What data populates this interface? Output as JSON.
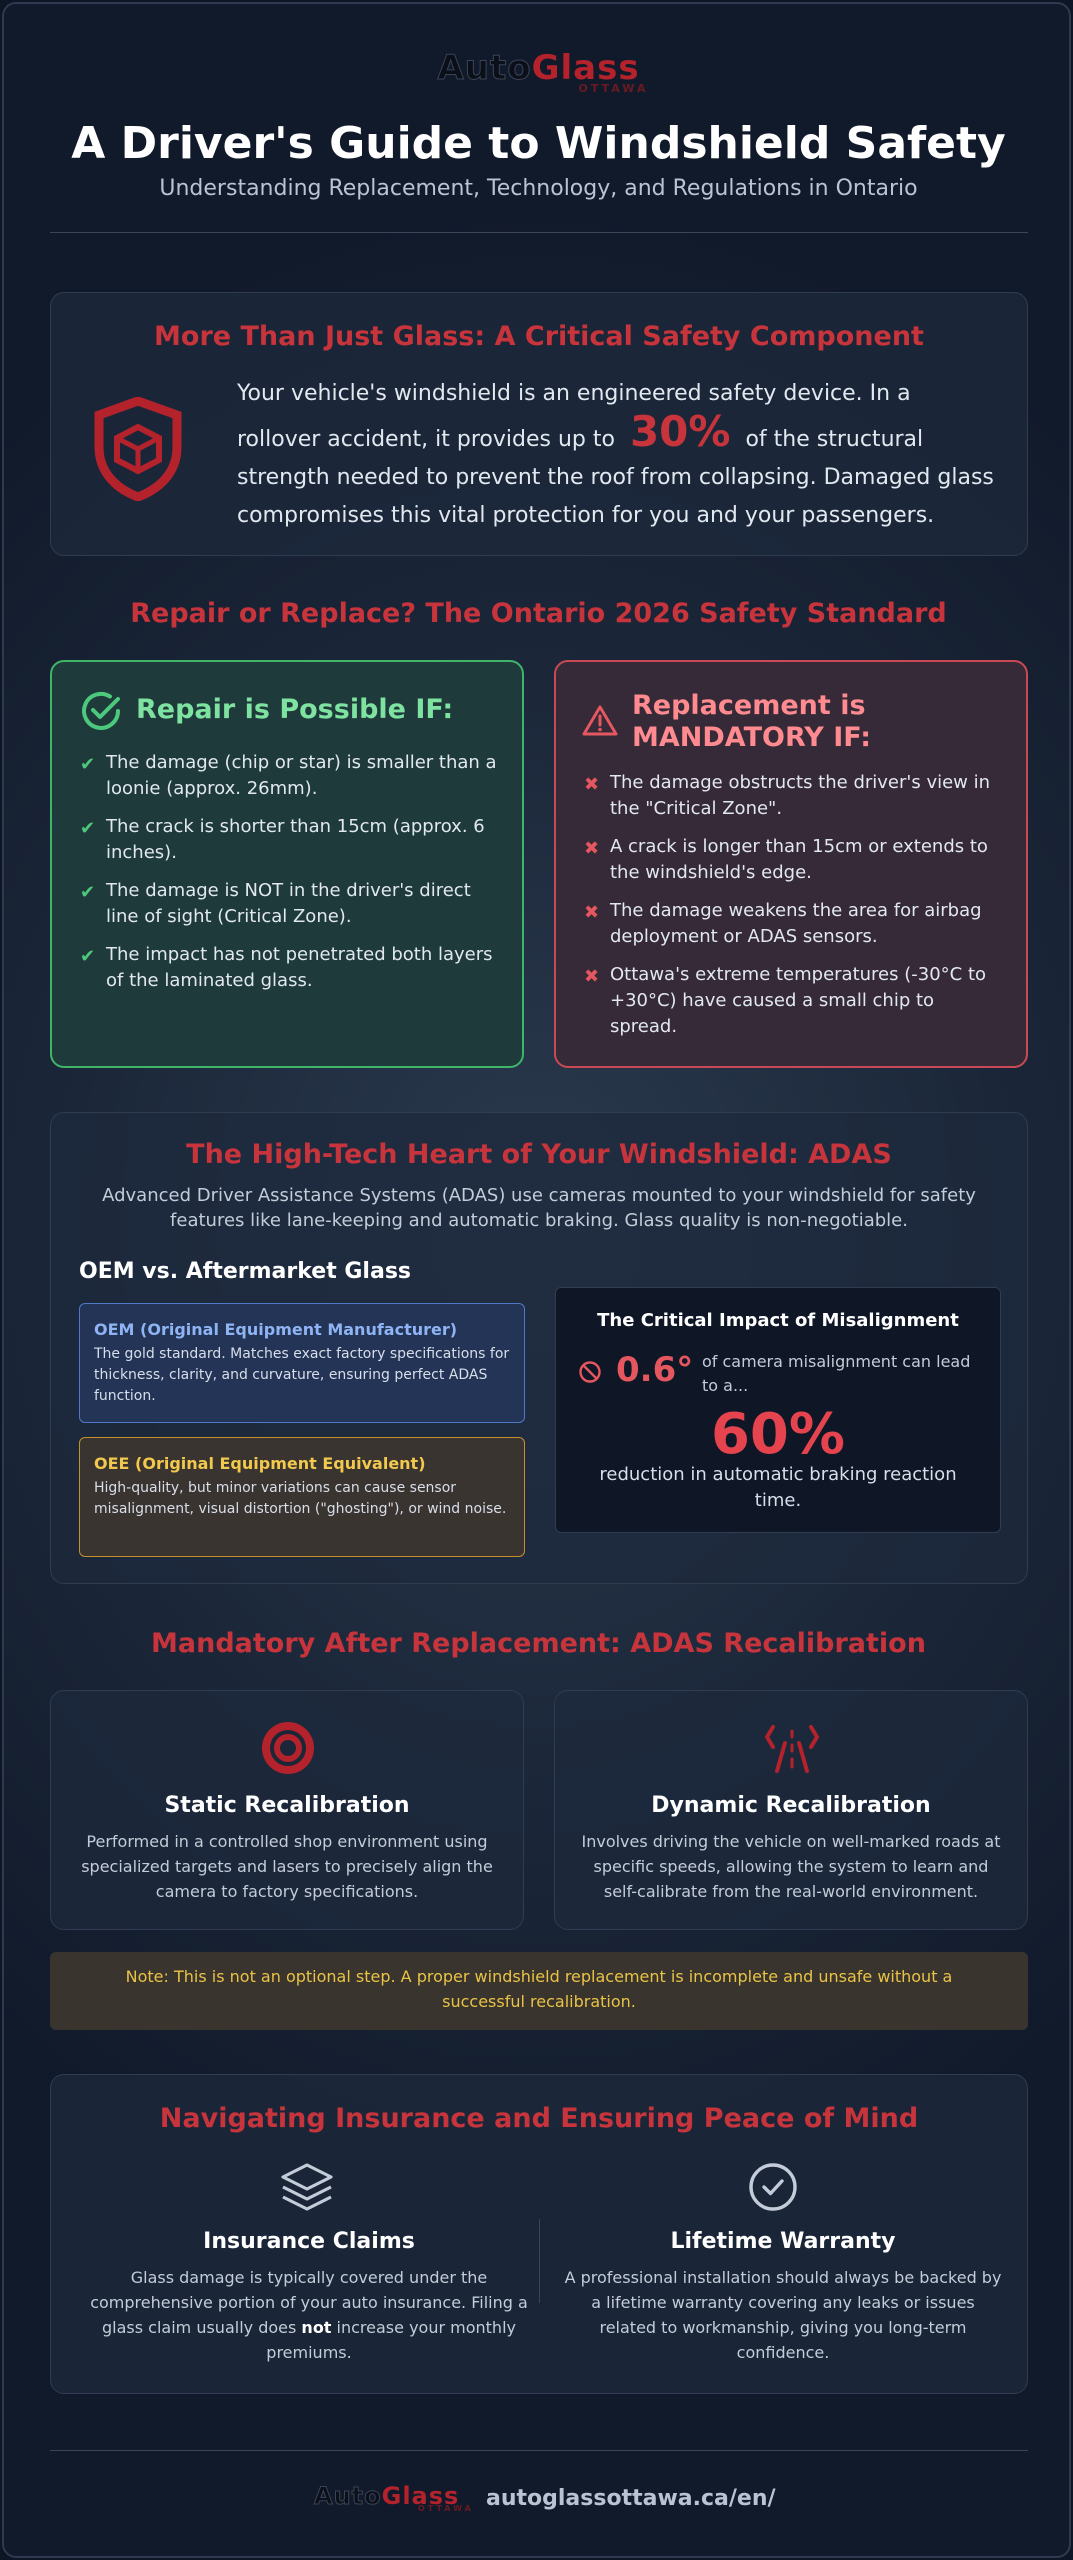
{
  "header": {
    "logo": {
      "auto": "Auto",
      "glass": "Glass",
      "sub": "OTTAWA"
    },
    "title": "A Driver's Guide to Windshield Safety",
    "subtitle": "Understanding Replacement, Technology, and Regulations in Ontario"
  },
  "critical": {
    "title": "More Than Just Glass: A Critical Safety Component",
    "icon": "shield-cube-icon",
    "text_before": "Your vehicle's windshield is an engineered safety device. In a rollover accident, it provides up to",
    "stat": "30%",
    "text_after": "of the structural strength needed to prevent the roof from collapsing. Damaged glass compromises this vital protection for you and your passengers."
  },
  "repair_replace": {
    "title": "Repair or Replace? The Ontario 2026 Safety Standard",
    "repair": {
      "title": "Repair is Possible IF:",
      "icon": "check-circle-icon",
      "items": [
        "The damage (chip or star) is smaller than a loonie (approx. 26mm).",
        "The crack is shorter than 15cm (approx. 6 inches).",
        "The damage is NOT in the driver's direct line of sight (Critical Zone).",
        "The impact has not penetrated both layers of the laminated glass."
      ]
    },
    "replace": {
      "title_line1": "Replacement is",
      "title_line2": "MANDATORY IF:",
      "icon": "warning-triangle-icon",
      "items": [
        "The damage obstructs the driver's view in the \"Critical Zone\".",
        "A crack is longer than 15cm or extends to the windshield's edge.",
        "The damage weakens the area for airbag deployment or ADAS sensors.",
        "Ottawa's extreme temperatures (-30°C to +30°C) have caused a small chip to spread."
      ]
    }
  },
  "adas": {
    "title": "The High-Tech Heart of Your Windshield: ADAS",
    "intro_line1": "Advanced Driver Assistance Systems (ADAS) use cameras mounted to your windshield for safety",
    "intro_line2": "features like lane-keeping and automatic braking. Glass quality is non-negotiable.",
    "compare_title": "OEM vs. Aftermarket Glass",
    "oem": {
      "title": "OEM (Original Equipment Manufacturer)",
      "text": "The gold standard. Matches exact factory specifications for thickness, clarity, and curvature, ensuring perfect ADAS function."
    },
    "oee": {
      "title": "OEE (Original Equipment Equivalent)",
      "text": "High-quality, but minor variations can cause sensor misalignment, visual distortion (\"ghosting\"), or wind noise."
    },
    "misalignment": {
      "title": "The Critical Impact of Misalignment",
      "icon": "prohibited-icon",
      "degree": "0.6°",
      "degree_text": "of camera misalignment can lead to a...",
      "percent": "60%",
      "percent_text": "reduction in automatic braking reaction time."
    }
  },
  "recalibration": {
    "title": "Mandatory After Replacement: ADAS Recalibration",
    "static": {
      "icon": "target-icon",
      "title": "Static Recalibration",
      "text": "Performed in a controlled shop environment using specialized targets and lasers to precisely align the camera to factory specifications."
    },
    "dynamic": {
      "icon": "road-sensor-icon",
      "title": "Dynamic Recalibration",
      "text": "Involves driving the vehicle on well-marked roads at specific speeds, allowing the system to learn and self-calibrate from the real-world environment."
    },
    "note": "Note: This is not an optional step. A proper windshield replacement is incomplete and unsafe without a successful recalibration."
  },
  "insurance": {
    "title": "Navigating Insurance and Ensuring Peace of Mind",
    "claims": {
      "icon": "layers-icon",
      "title": "Insurance Claims",
      "text_before": "Glass damage is typically covered under the comprehensive portion of your auto insurance. Filing a glass claim usually does",
      "bold": "not",
      "text_after": "increase your monthly premiums."
    },
    "warranty": {
      "icon": "check-circle-icon",
      "title": "Lifetime Warranty",
      "text": "A professional installation should always be backed by a lifetime warranty covering any leaks or issues related to workmanship, giving you long-term confidence."
    }
  },
  "footer": {
    "logo": {
      "auto": "Auto",
      "glass": "Glass",
      "sub": "OTTAWA"
    },
    "url": "autoglassottawa.ca/en/"
  }
}
